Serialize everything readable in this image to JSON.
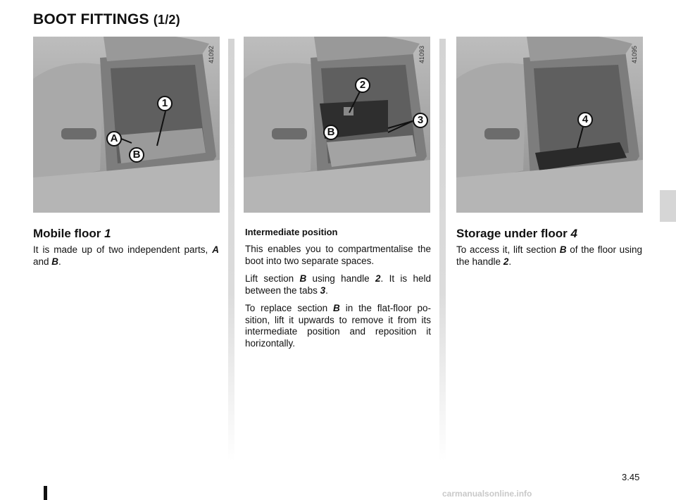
{
  "page": {
    "title_main": "BOOT FITTINGS",
    "title_sub": "(1/2)",
    "page_number": "3.45",
    "watermark": "carmanualsonline.info"
  },
  "figures": [
    {
      "code": "41092",
      "callouts": [
        "1",
        "A",
        "B"
      ]
    },
    {
      "code": "41093",
      "callouts": [
        "2",
        "3",
        "B"
      ]
    },
    {
      "code": "41095",
      "callouts": [
        "4"
      ]
    }
  ],
  "col1": {
    "heading": "Mobile floor",
    "heading_num": "1",
    "p1_a": "It is made up of two independent parts,",
    "p1_A": "A",
    "p1_and": "and",
    "p1_B": "B",
    "p1_end": "."
  },
  "col2": {
    "subheading": "Intermediate position",
    "p1": "This enables you to compartmentalise the boot into two separate spaces.",
    "p2_a": "Lift section",
    "p2_B": "B",
    "p2_b": "using handle",
    "p2_2": "2",
    "p2_c": ". It is held between the tabs",
    "p2_3": "3",
    "p2_end": ".",
    "p3_a": "To replace section",
    "p3_B": "B",
    "p3_b": "in the flat-floor po-sition, lift it upwards to remove it from its intermediate position and reposition it horizontally."
  },
  "col3": {
    "heading": "Storage under floor",
    "heading_num": "4",
    "p1_a": "To access it, lift section",
    "p1_B": "B",
    "p1_b": "of the floor using the handle",
    "p1_2": "2",
    "p1_end": "."
  }
}
